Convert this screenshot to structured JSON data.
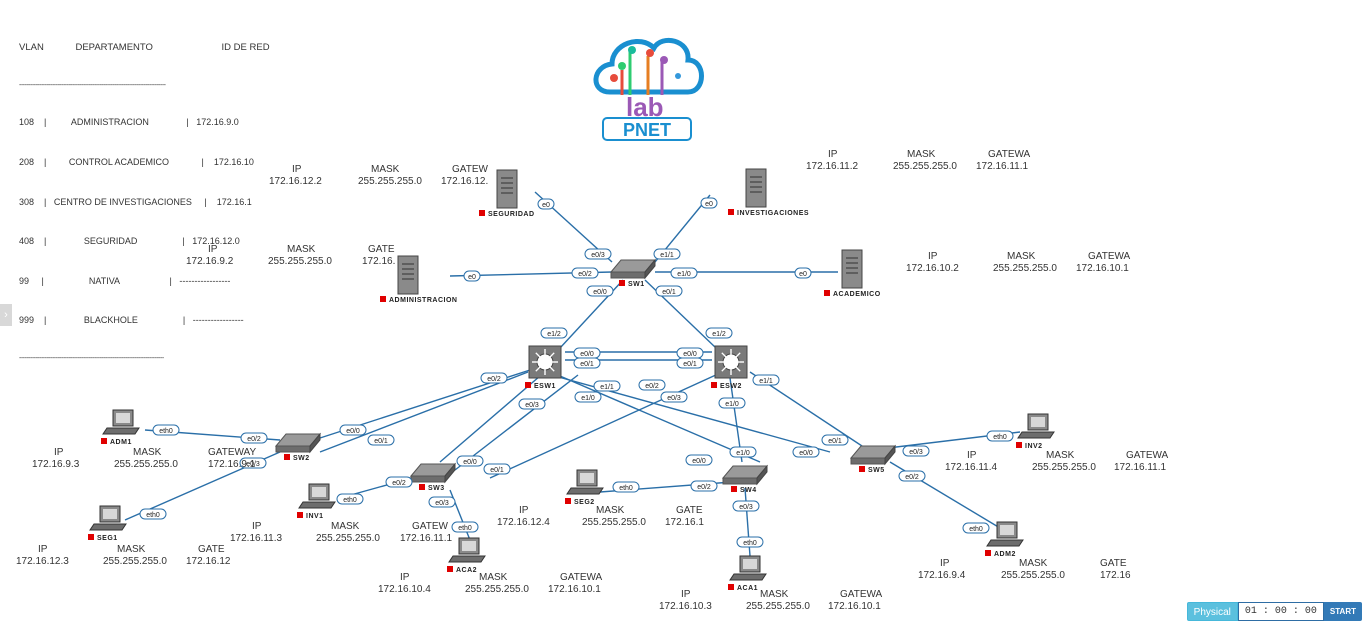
{
  "vlan_table": {
    "header": "VLAN            DEPARTAMENTO                          ID DE RED",
    "rule": "--------------------------------------------------------------------------------",
    "rows": [
      "108    |          ADMINISTRACION               |   172.16.9.0",
      "208    |         CONTROL ACADEMICO             |    172.16.10",
      "308    |   CENTRO DE INVESTIGACIONES     |    172.16.1",
      "408    |               SEGURIDAD                  |   172.16.12.0",
      "99     |                  NATIVA                    |   -----------------",
      "999    |               BLACKHOLE                  |   -----------------"
    ],
    "rule_end": "-------------------------------------------------------------------------------"
  },
  "logo": {
    "text": "PNET",
    "lab": "lab"
  },
  "colors": {
    "link": "#2a6fa8",
    "marker": "#e00000",
    "pnet_blue": "#1a8fd0"
  },
  "devices": {
    "sw1": "SW1",
    "esw1": "ESW1",
    "esw2": "ESW2",
    "sw2": "SW2",
    "sw3": "SW3",
    "sw4": "SW4",
    "sw5": "SW5",
    "seguridad": "SEGURIDAD",
    "investigaciones": "INVESTIGACIONES",
    "administracion": "ADMINISTRACION",
    "academico": "ACADEMICO",
    "adm1": "ADM1",
    "seg1": "SEG1",
    "inv1": "INV1",
    "aca2": "ACA2",
    "seg2": "SEG2",
    "aca1": "ACA1",
    "inv2": "INV2",
    "adm2": "ADM2"
  },
  "ports": {
    "seg_e0": "e0",
    "sw1_e03": "e0/3",
    "inv_e0": "e0",
    "sw1_e11": "e1/1",
    "adm_e0": "e0",
    "sw1_e02": "e0/2",
    "sw1_e10": "e1/0",
    "aca_e0": "e0",
    "sw1_e00": "e0/0",
    "sw1_e01": "e0/1",
    "esw1_e12": "e1/2",
    "esw2_e12": "e1/2",
    "esw1_e00": "e0/0",
    "esw1_e01": "e0/1",
    "esw2_e00": "e0/0",
    "esw2_e01": "e0/1",
    "esw1_e02": "e0/2",
    "esw1_e03": "e0/3",
    "esw1_e11": "e1/1",
    "esw1_e10": "e1/0",
    "esw2_e02": "e0/2",
    "esw2_e03": "e0/3",
    "esw2_e10": "e1/0",
    "esw2_e11": "e1/1",
    "sw2_e00": "e0/0",
    "sw2_e01": "e0/1",
    "sw2_e02": "e0/2",
    "sw2_e03": "e0/3",
    "adm1_eth0": "eth0",
    "seg1_eth0": "eth0",
    "sw3_e00": "e0/0",
    "sw3_e01": "e0/1",
    "sw3_e02": "e0/2",
    "sw3_e03": "e0/3",
    "inv1_eth0": "eth0",
    "aca2_eth0": "eth0",
    "sw4_e00": "e0/0",
    "sw4_e02": "e0/2",
    "sw4_e03": "e0/3",
    "sw4_e10": "e1/0",
    "seg2_eth0": "eth0",
    "aca1_eth0": "eth0",
    "sw5_e00": "e0/0",
    "sw5_e01": "e0/1",
    "sw5_e03": "e0/3",
    "sw5_e02": "e0/2",
    "inv2_eth0": "eth0",
    "adm2_eth0": "eth0"
  },
  "labels": {
    "ip": "IP",
    "mask": "MASK",
    "gate": "GATE",
    "gatew": "GATEW",
    "gatewa": "GATEWA",
    "gateway_trunc": "GATEWAY",
    "gatewa_t": "GATEWA",
    "gat": "GATE",
    "mask_val": "255.255.255.0",
    "seg_ip": "172.16.12.2",
    "seg_gw": "172.16.12.",
    "inv_ip": "172.16.11.2",
    "inv_gw": "172.16.11.1",
    "adm_ip": "172.16.9.2",
    "adm_gw": "172.16.",
    "aca_ip": "172.16.10.2",
    "aca_gw": "172.16.10.1",
    "adm1_ip": "172.16.9.3",
    "adm1_gw": "172.16.9.1",
    "seg1_ip": "172.16.12.3",
    "seg1_gw": "172.16.12",
    "inv1_ip": "172.16.11.3",
    "inv1_gw": "172.16.11.1",
    "aca2_ip": "172.16.10.4",
    "aca2_gw": "172.16.10.1",
    "seg2_ip": "172.16.12.4",
    "seg2_gw": "172.16.1",
    "aca1_ip": "172.16.10.3",
    "aca1_gw": "172.16.10.1",
    "inv2_ip": "172.16.11.4",
    "inv2_gw": "172.16.11.1",
    "adm2_ip": "172.16.9.4",
    "adm2_gw": "172.16"
  },
  "toolbar": {
    "physical": "Physical",
    "timer": "01 : 00 : 00",
    "start": "START",
    "side_arrow": "›"
  }
}
